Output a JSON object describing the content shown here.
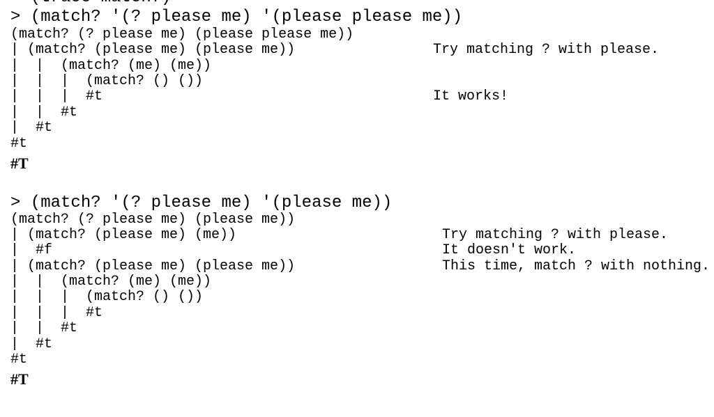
{
  "terminal": {
    "top_command": "> (trace match?)",
    "block1": {
      "command": "> (match? '(? please me) '(please please me))",
      "trace": [
        "(match? (? please me) (please please me))",
        "| (match? (please me) (please me))",
        "|  |  (match? (me) (me))",
        "|  |  |  (match? () ())",
        "|  |  |  #t",
        "|  |  #t",
        "|  #t",
        "#t"
      ],
      "result": "#T",
      "comments": [
        "Try matching ? with please.",
        "It works!"
      ]
    },
    "block2": {
      "command": "> (match? '(? please me) '(please me))",
      "trace": [
        "(match? (? please me) (please me))",
        "| (match? (please me) (me))",
        "|  #f",
        "| (match? (please me) (please me))",
        "|  |  (match? (me) (me))",
        "|  |  |  (match? () ())",
        "|  |  |  #t",
        "|  |  #t",
        "|  #t",
        "#t"
      ],
      "result": "#T",
      "comments": [
        "Try matching ? with please.",
        "It doesn't work.",
        "This time, match ? with nothing."
      ]
    }
  }
}
